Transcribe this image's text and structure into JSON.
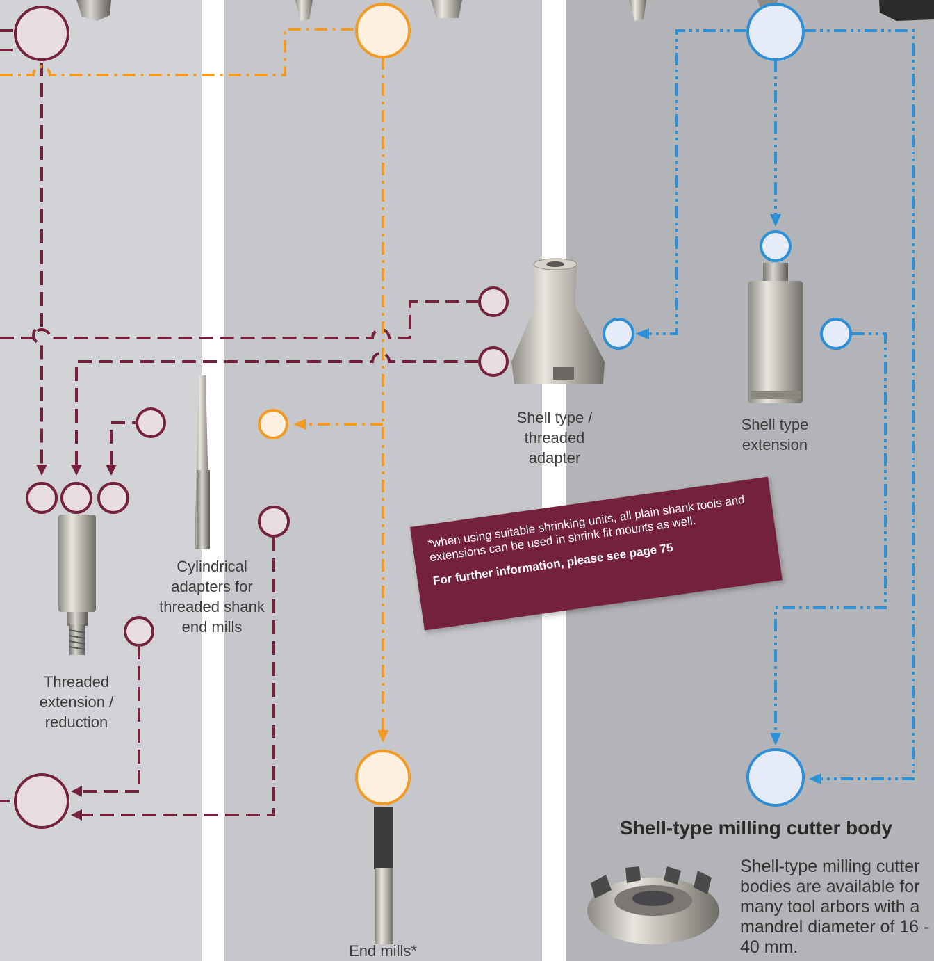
{
  "colors": {
    "maroon": "#74213b",
    "orange": "#f39a24",
    "blue": "#2d8fd8",
    "panel_light": "#d2d3d6",
    "panel_mid": "#c7c8cc",
    "panel_dark": "#b6b7bb"
  },
  "labels": {
    "shell_adapter": [
      "Shell type /",
      "threaded",
      "adapter"
    ],
    "shell_extension": [
      "Shell type",
      "extension"
    ],
    "cylindrical": [
      "Cylindrical",
      "adapters for",
      "threaded shank",
      "end mills"
    ],
    "threaded_ext": [
      "Threaded",
      "extension /",
      "reduction"
    ],
    "end_mills": "End mills*"
  },
  "note": {
    "text": "*when using suitable shrinking units, all plain shank tools and extensions can be used in shrink fit mounts as well.",
    "link": "For further information, please see page 75"
  },
  "section": {
    "heading": "Shell-type milling cutter body",
    "description": "Shell-type milling cutter bodies are available for many tool arbors with a mandrel diameter of 16 - 40 mm."
  },
  "icons": [
    "connector-circle",
    "arrow-head",
    "tool-photo"
  ]
}
